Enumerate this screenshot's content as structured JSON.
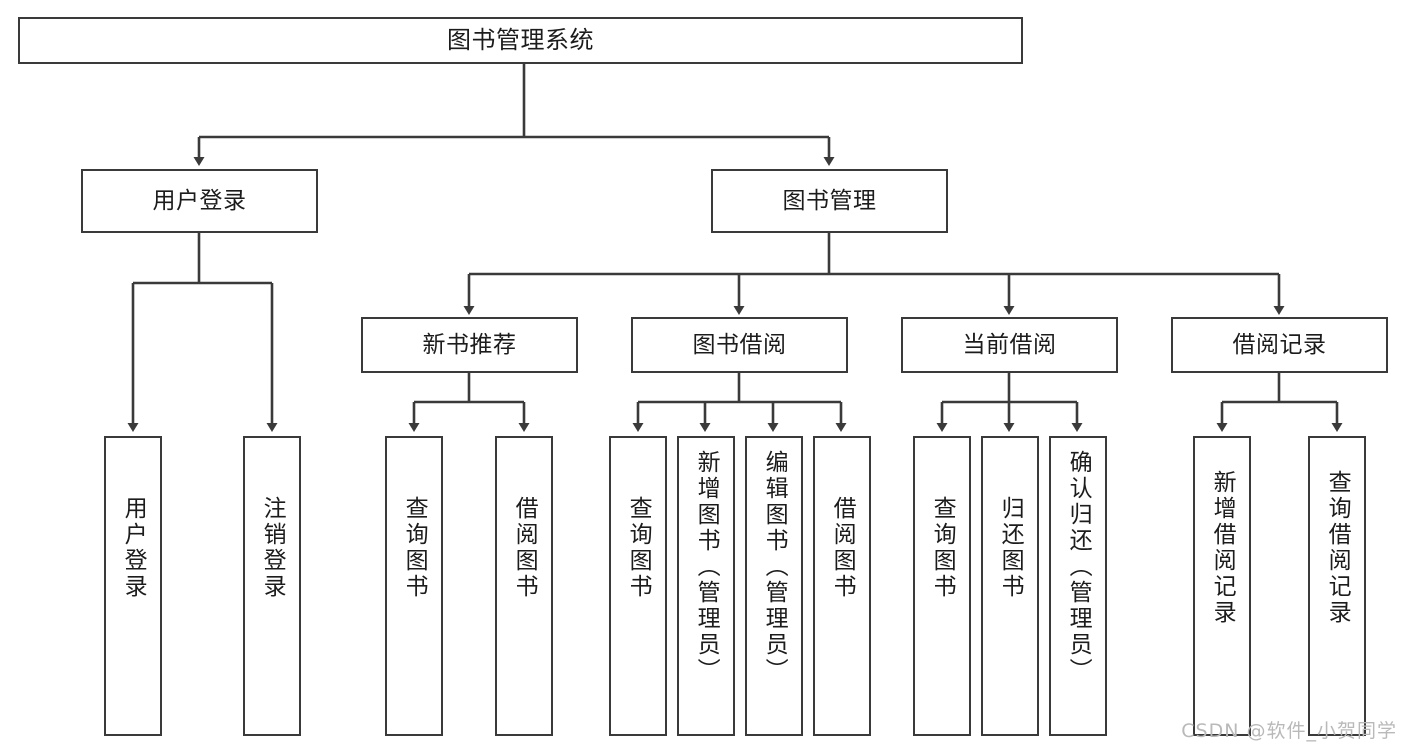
{
  "diagram": {
    "title": "图书管理系统",
    "type": "tree-hierarchy",
    "watermark": "CSDN @软件_小贺同学",
    "colors": {
      "box_border": "#3a3a3a",
      "box_fill": "#ffffff",
      "edge": "#3a3a3a",
      "text": "#1c1c1c",
      "watermark": "#b9b9b9",
      "background": "#ffffff"
    },
    "nodes": {
      "root": {
        "label": "图书管理系统"
      },
      "level2": [
        {
          "id": "user-login",
          "label": "用户登录"
        },
        {
          "id": "book-manage",
          "label": "图书管理"
        }
      ],
      "level3": [
        {
          "id": "new-book-recommend",
          "label": "新书推荐"
        },
        {
          "id": "book-borrow",
          "label": "图书借阅"
        },
        {
          "id": "current-borrow",
          "label": "当前借阅"
        },
        {
          "id": "borrow-record",
          "label": "借阅记录"
        }
      ],
      "leaves": [
        {
          "id": "leaf-user-login",
          "label": "用户登录",
          "parent": "user-login"
        },
        {
          "id": "leaf-logout",
          "label": "注销登录",
          "parent": "user-login"
        },
        {
          "id": "leaf-query-book-1",
          "label": "查询图书",
          "parent": "new-book-recommend"
        },
        {
          "id": "leaf-borrow-book-1",
          "label": "借阅图书",
          "parent": "new-book-recommend"
        },
        {
          "id": "leaf-query-book-2",
          "label": "查询图书",
          "parent": "book-borrow"
        },
        {
          "id": "leaf-add-book",
          "label": "新增图书（管理员）",
          "parent": "book-borrow"
        },
        {
          "id": "leaf-edit-book",
          "label": "编辑图书（管理员）",
          "parent": "book-borrow"
        },
        {
          "id": "leaf-borrow-book-2",
          "label": "借阅图书",
          "parent": "book-borrow"
        },
        {
          "id": "leaf-query-book-3",
          "label": "查询图书",
          "parent": "current-borrow"
        },
        {
          "id": "leaf-return-book",
          "label": "归还图书",
          "parent": "current-borrow"
        },
        {
          "id": "leaf-confirm-return",
          "label": "确认归还（管理员）",
          "parent": "current-borrow"
        },
        {
          "id": "leaf-add-borrow-record",
          "label": "新增借阅记录",
          "parent": "borrow-record"
        },
        {
          "id": "leaf-query-borrow-record",
          "label": "查询借阅记录",
          "parent": "borrow-record"
        }
      ]
    }
  }
}
